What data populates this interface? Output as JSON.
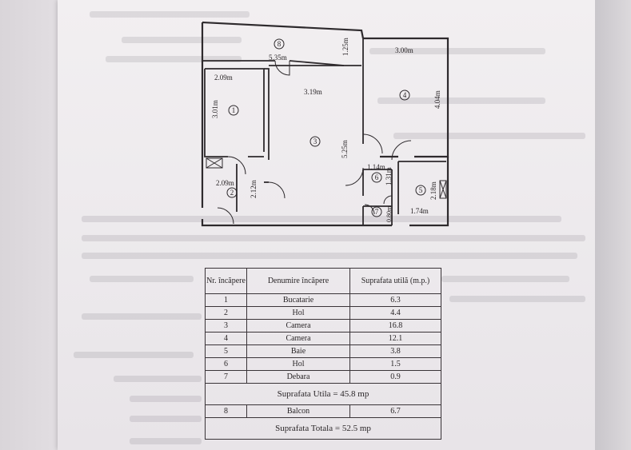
{
  "plan": {
    "rooms": [
      {
        "num": "1",
        "dim_w": "2.09m",
        "dim_h": "3.01m"
      },
      {
        "num": "2",
        "dim_w": "2.09m",
        "dim_h": "2.12m"
      },
      {
        "num": "3",
        "dim_w": "3.19m",
        "dim_h": "5.25m"
      },
      {
        "num": "4",
        "dim_w": "3.00m",
        "dim_h": "4.04m"
      },
      {
        "num": "5",
        "dim_w": "1.74m",
        "dim_h": "2.18m"
      },
      {
        "num": "6",
        "dim_w": "1.14m",
        "dim_h": "1.31m"
      },
      {
        "num": "7",
        "dim_h": "0.80m"
      },
      {
        "num": "8",
        "dim_w": "5.35m",
        "dim_h": "1.25m"
      }
    ]
  },
  "table": {
    "headers": [
      "Nr. încăpere",
      "Denumire încăpere",
      "Suprafata utilă (m.p.)"
    ],
    "rows": [
      [
        "1",
        "Bucatarie",
        "6.3"
      ],
      [
        "2",
        "Hol",
        "4.4"
      ],
      [
        "3",
        "Camera",
        "16.8"
      ],
      [
        "4",
        "Camera",
        "12.1"
      ],
      [
        "5",
        "Baie",
        "3.8"
      ],
      [
        "6",
        "Hol",
        "1.5"
      ],
      [
        "7",
        "Debara",
        "0.9"
      ]
    ],
    "utila_total": "Suprafata Utila = 45.8 mp",
    "balcon_row": [
      "8",
      "Balcon",
      "6.7"
    ],
    "totala_total": "Suprafata Totala = 52.5 mp"
  }
}
